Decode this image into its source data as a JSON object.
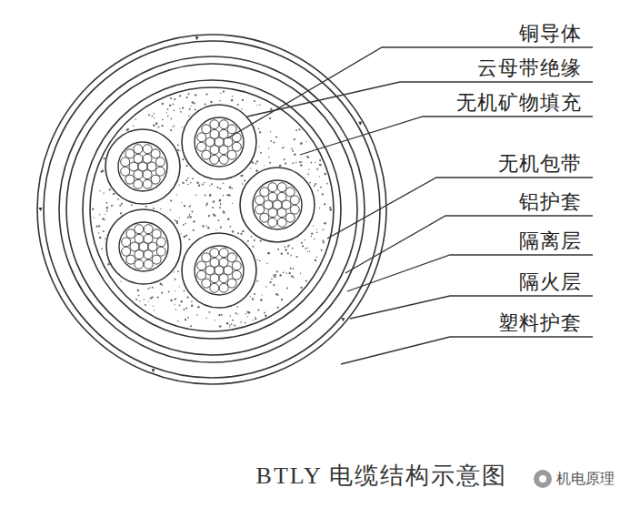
{
  "diagram": {
    "caption": "BTLY 电缆结构示意图",
    "labels": [
      "铜导体",
      "云母带绝缘",
      "无机矿物填充",
      "无机包带",
      "铝护套",
      "隔离层",
      "隔火层",
      "塑料护套",
      "机电原理"
    ]
  }
}
